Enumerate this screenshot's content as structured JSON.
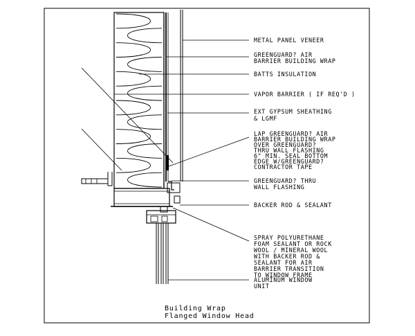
{
  "callouts": [
    {
      "id": "metal-panel-veneer",
      "lines": [
        "METAL PANEL VENEER"
      ]
    },
    {
      "id": "greenguard-air-barrier-wrap",
      "lines": [
        "GREENGUARD? AIR",
        "BARRIER BUILDING WRAP"
      ]
    },
    {
      "id": "batts-insulation",
      "lines": [
        "BATTS INSULATION"
      ]
    },
    {
      "id": "vapor-barrier",
      "lines": [
        "VAPOR BARRIER ( IF REQ'D )"
      ]
    },
    {
      "id": "ext-gypsum-sheathing",
      "lines": [
        "EXT GYPSUM  SHEATHING",
        "& LGMF"
      ]
    },
    {
      "id": "lap-greenguard",
      "lines": [
        "LAP GREENGUARD?  AIR",
        "BARRIER BUILDING WRAP",
        "OVER GREENGUARD?",
        "THRU WALL FLASHING",
        "6\" MIN. SEAL BOTTOM",
        "EDGE W/GREENGUARD?",
        "CONTRACTOR TAPE"
      ]
    },
    {
      "id": "thru-wall-flashing",
      "lines": [
        "GREENGUARD? THRU",
        "WALL FLASHING"
      ]
    },
    {
      "id": "backer-rod-sealant",
      "lines": [
        "BACKER ROD & SEALANT"
      ]
    },
    {
      "id": "spray-polyurethane",
      "lines": [
        "SPRAY POLYURETHANE",
        "FOAM SEALANT OR ROCK",
        "WOOL / MINERAL WOOL",
        "WITH BACKER ROD &",
        "SEALANT FOR AIR",
        "BARRIER TRANSITION",
        "TO WINDOW FRAME"
      ]
    },
    {
      "id": "aluminum-window-unit",
      "lines": [
        "ALUMINUM WINDOW",
        "UNIT"
      ]
    }
  ],
  "caption": {
    "line1": "Building Wrap",
    "line2": "Flanged Window Head"
  }
}
